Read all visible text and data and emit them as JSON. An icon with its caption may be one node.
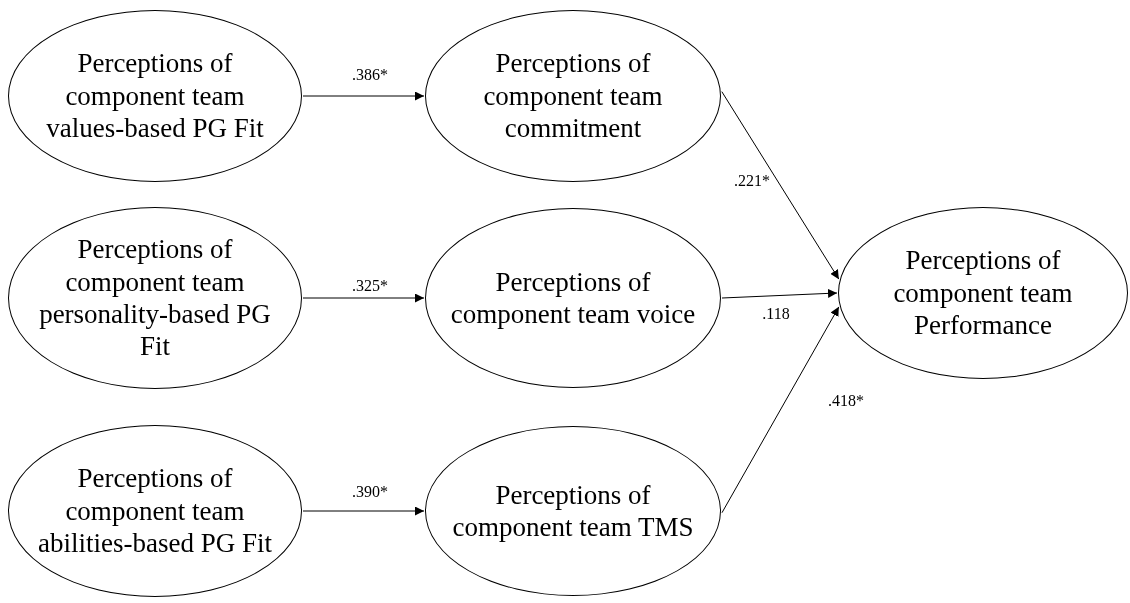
{
  "diagram": {
    "nodes": [
      {
        "text": [
          "Perceptions of component team values-based PG Fit"
        ]
      },
      {
        "text": [
          "Perceptions of component team commitment"
        ]
      },
      {
        "text": [
          "Perceptions of component team personality-based PG Fit"
        ]
      },
      {
        "text": [
          "Perceptions of component team voice"
        ]
      },
      {
        "text": [
          "Perceptions of component team abilities-based PG Fit"
        ]
      },
      {
        "text": [
          "Perceptions of component team TMS"
        ]
      },
      {
        "text": [
          "Perceptions of component team Performance"
        ]
      }
    ],
    "edges": [
      {
        "from": 0,
        "to": 1,
        "arrow": "to",
        "label": ".386*"
      },
      {
        "from": 2,
        "to": 3,
        "arrow": "to",
        "label": ".325*"
      },
      {
        "from": 4,
        "to": 5,
        "arrow": "to",
        "label": ".390*"
      },
      {
        "from": 1,
        "to": 6,
        "arrow": "to",
        "label": ".221*"
      },
      {
        "from": 3,
        "to": 6,
        "arrow": "to",
        "label": ".118"
      },
      {
        "from": 5,
        "to": 6,
        "arrow": "to",
        "label": ".418*"
      }
    ]
  }
}
